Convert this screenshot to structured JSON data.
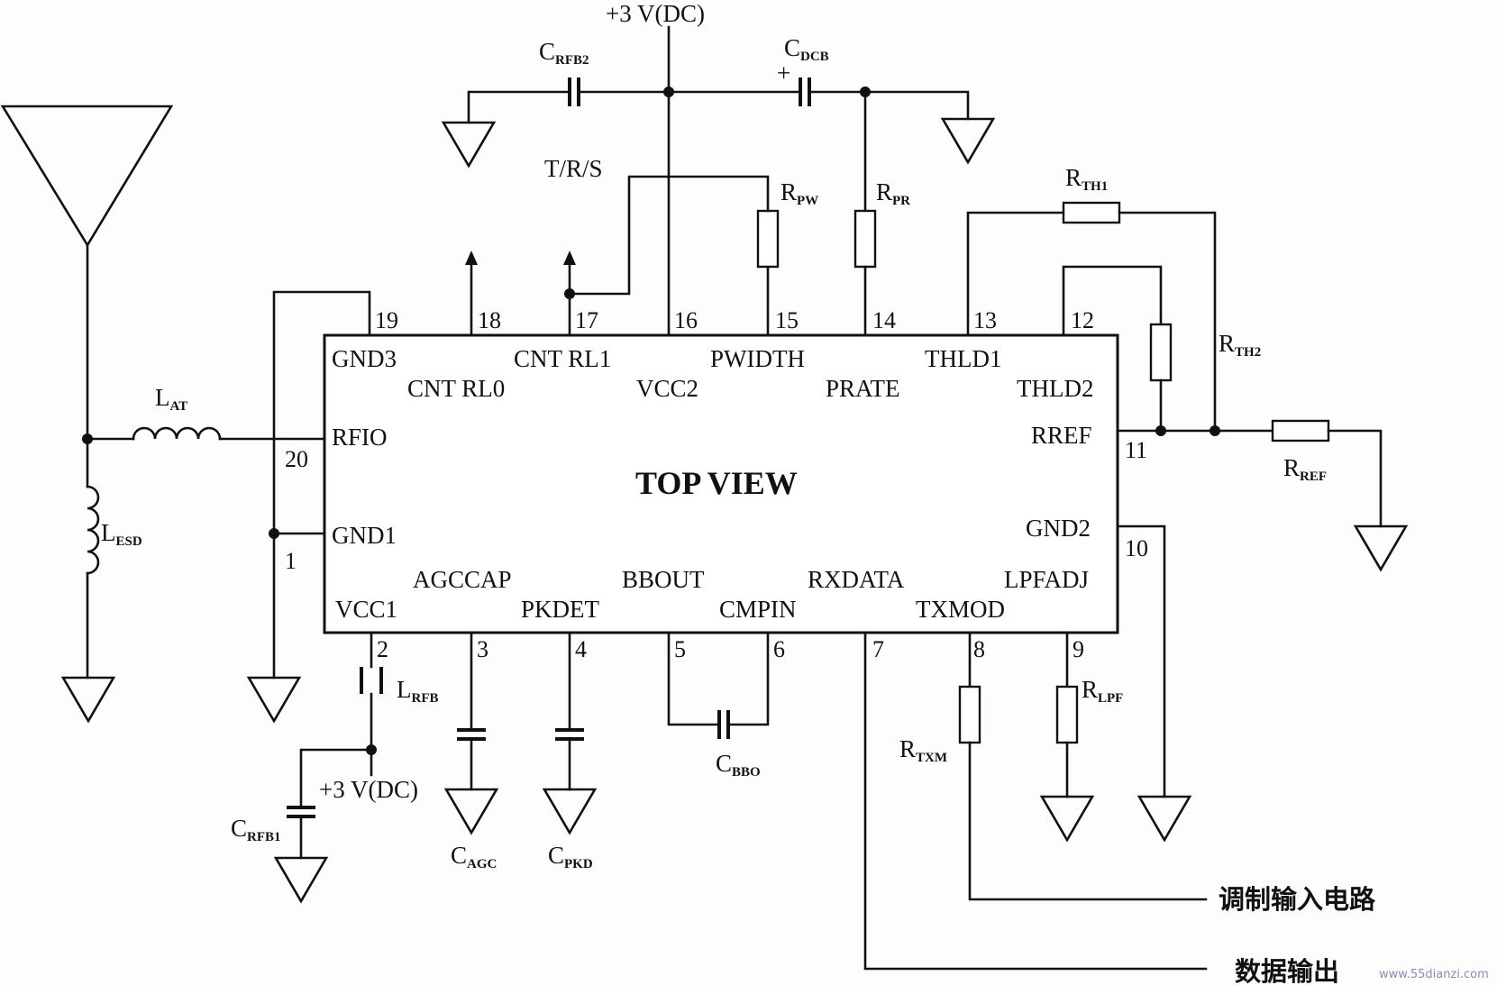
{
  "chip": {
    "title": "TOP VIEW",
    "pins": [
      {
        "num": "1",
        "name": "GND1"
      },
      {
        "num": "2",
        "name": "VCC1"
      },
      {
        "num": "3",
        "name": "AGCCAP"
      },
      {
        "num": "4",
        "name": "PKDET"
      },
      {
        "num": "5",
        "name": "BBOUT"
      },
      {
        "num": "6",
        "name": "CMPIN"
      },
      {
        "num": "7",
        "name": "RXDATA"
      },
      {
        "num": "8",
        "name": "TXMOD"
      },
      {
        "num": "9",
        "name": "LPFADJ"
      },
      {
        "num": "10",
        "name": "GND2"
      },
      {
        "num": "11",
        "name": "RREF"
      },
      {
        "num": "12",
        "name": "THLD2"
      },
      {
        "num": "13",
        "name": "THLD1"
      },
      {
        "num": "14",
        "name": "PRATE"
      },
      {
        "num": "15",
        "name": "PWIDTH"
      },
      {
        "num": "16",
        "name": "VCC2"
      },
      {
        "num": "17",
        "name": "CNT RL1"
      },
      {
        "num": "18",
        "name": "CNT RL0"
      },
      {
        "num": "19",
        "name": "GND3"
      },
      {
        "num": "20",
        "name": "RFIO"
      }
    ]
  },
  "supply_top": "+3 V(DC)",
  "supply_bottom": "+3 V(DC)",
  "trs_label": "T/R/S",
  "components": {
    "c_rfb2": {
      "main": "C",
      "sub": "RFB2"
    },
    "c_dcb": {
      "main": "C",
      "sub": "DCB"
    },
    "c_dcb_polarity": "+",
    "r_pw": {
      "main": "R",
      "sub": "PW"
    },
    "r_pr": {
      "main": "R",
      "sub": "PR"
    },
    "r_th1": {
      "main": "R",
      "sub": "TH1"
    },
    "r_th2": {
      "main": "R",
      "sub": "TH2"
    },
    "r_ref": {
      "main": "R",
      "sub": "REF"
    },
    "l_at": {
      "main": "L",
      "sub": "AT"
    },
    "l_esd": {
      "main": "L",
      "sub": "ESD"
    },
    "l_rfb": {
      "main": "L",
      "sub": "RFB"
    },
    "c_rfb1": {
      "main": "C",
      "sub": "RFB1"
    },
    "c_agc": {
      "main": "C",
      "sub": "AGC"
    },
    "c_pkd": {
      "main": "C",
      "sub": "PKD"
    },
    "c_bbo": {
      "main": "C",
      "sub": "BBO"
    },
    "r_txm": {
      "main": "R",
      "sub": "TXM"
    },
    "r_lpf": {
      "main": "R",
      "sub": "LPF"
    }
  },
  "outputs": {
    "modulation_input": "调制输入电路",
    "data_output": "数据输出"
  },
  "watermark": "www.55dianzi.com"
}
